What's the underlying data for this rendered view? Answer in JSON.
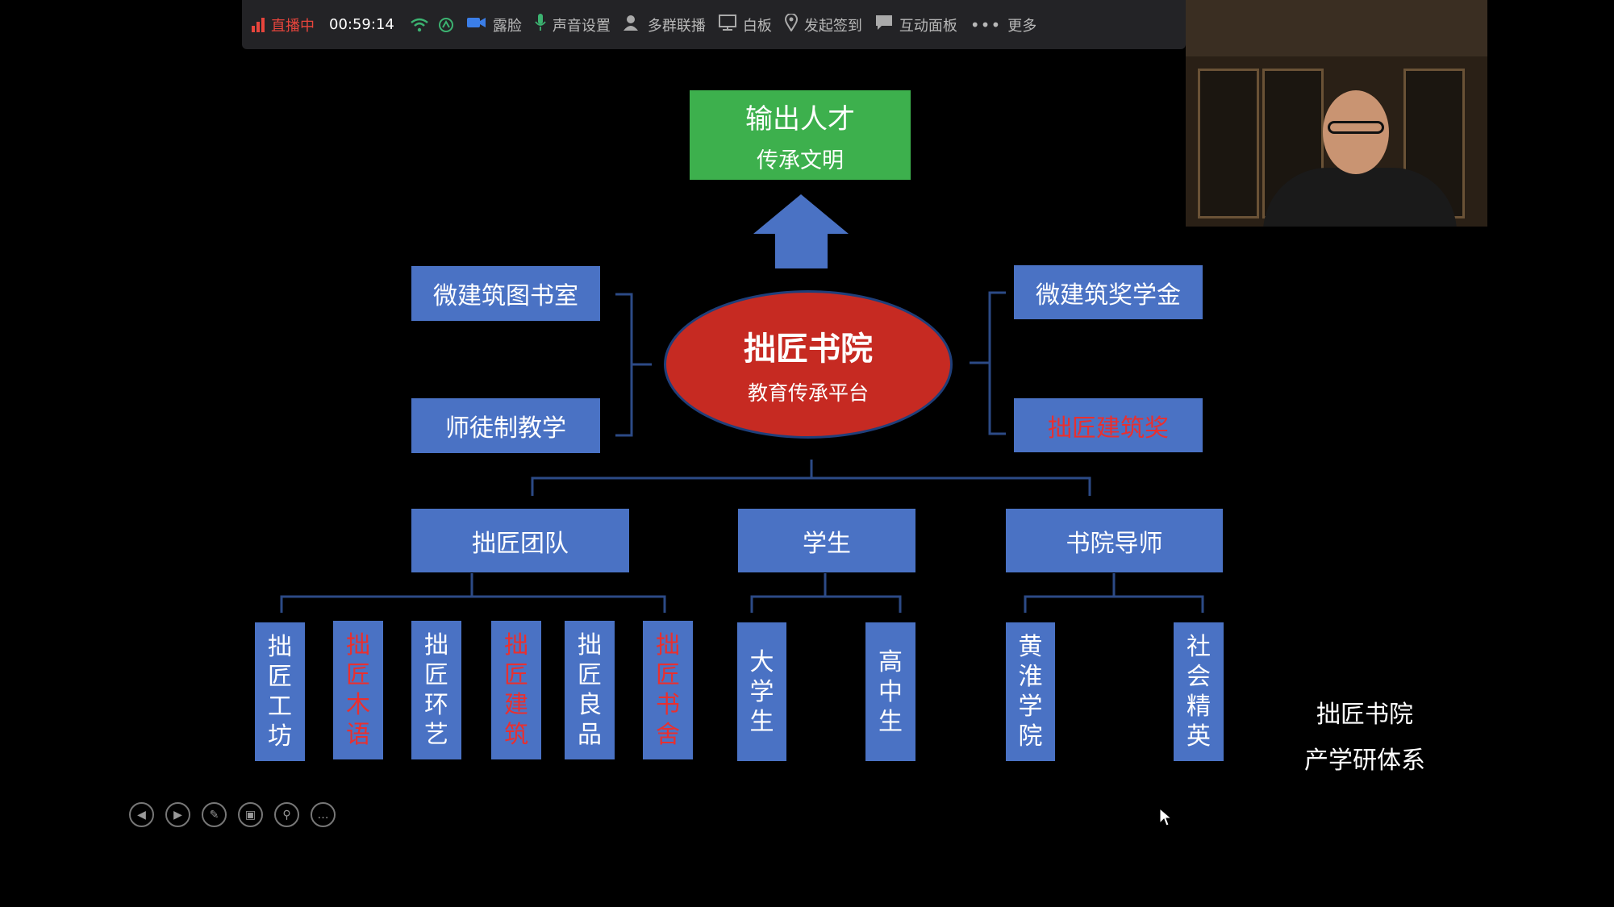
{
  "toolbar": {
    "live_label": "直播中",
    "timer": "00:59:14",
    "items": [
      {
        "icon": "wifi-icon"
      },
      {
        "icon": "beauty-icon"
      },
      {
        "icon": "camera-icon",
        "label": "露脸"
      },
      {
        "icon": "microphone-icon",
        "label": "声音设置"
      },
      {
        "icon": "people-icon",
        "label": "多群联播"
      },
      {
        "icon": "whiteboard-icon",
        "label": "白板"
      },
      {
        "icon": "location-icon",
        "label": "发起签到"
      },
      {
        "icon": "chat-icon",
        "label": "互动面板"
      },
      {
        "icon": "more-dots-icon",
        "label": "更多"
      }
    ],
    "live_color": "#e8453c"
  },
  "slide": {
    "output": {
      "title": "输出人才",
      "subtitle": "传承文明"
    },
    "center": {
      "title": "拙匠书院",
      "subtitle": "教育传承平台"
    },
    "left_boxes": [
      "微建筑图书室",
      "师徒制教学"
    ],
    "right_boxes": [
      "微建筑奖学金",
      "拙匠建筑奖"
    ],
    "groups": [
      "拙匠团队",
      "学生",
      "书院导师"
    ],
    "leaves": [
      {
        "label": "拙匠工坊",
        "red": false
      },
      {
        "label": "拙匠木语",
        "red": true
      },
      {
        "label": "拙匠环艺",
        "red": false
      },
      {
        "label": "拙匠建筑",
        "red": true
      },
      {
        "label": "拙匠良品",
        "red": false
      },
      {
        "label": "拙匠书舍",
        "red": true
      },
      {
        "label": "大学生",
        "red": false
      },
      {
        "label": "高中生",
        "red": false
      },
      {
        "label": "黄淮学院",
        "red": false
      },
      {
        "label": "社会精英",
        "red": false
      }
    ],
    "caption": [
      "拙匠书院",
      "产学研体系"
    ],
    "colors": {
      "box": "#4a72c4",
      "ellipse": "#c62a22",
      "output": "#3db04d",
      "highlight": "#e83030"
    }
  },
  "controls": [
    "previous-icon",
    "next-icon",
    "pen-icon",
    "slides-icon",
    "zoom-icon",
    "more-icon"
  ]
}
